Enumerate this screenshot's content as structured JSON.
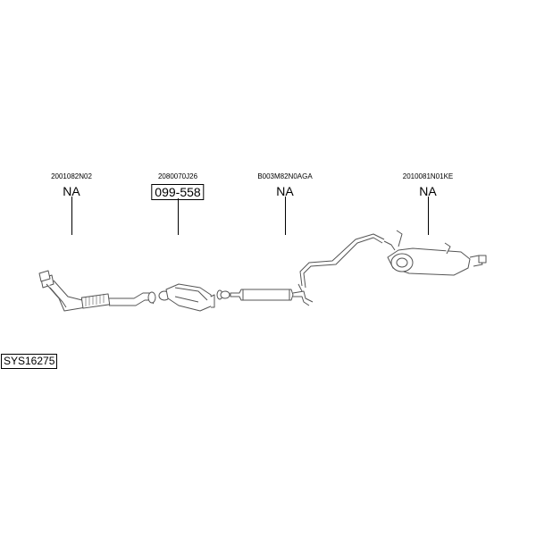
{
  "parts": [
    {
      "part_number": "2001082N02",
      "reference": "NA",
      "boxed": false
    },
    {
      "part_number": "2080070J26",
      "reference": "099-558",
      "boxed": true
    },
    {
      "part_number": "B003M82N0AGA",
      "reference": "NA",
      "boxed": false
    },
    {
      "part_number": "2010081N01KE",
      "reference": "NA",
      "boxed": false
    }
  ],
  "system_id": "SYS16275"
}
